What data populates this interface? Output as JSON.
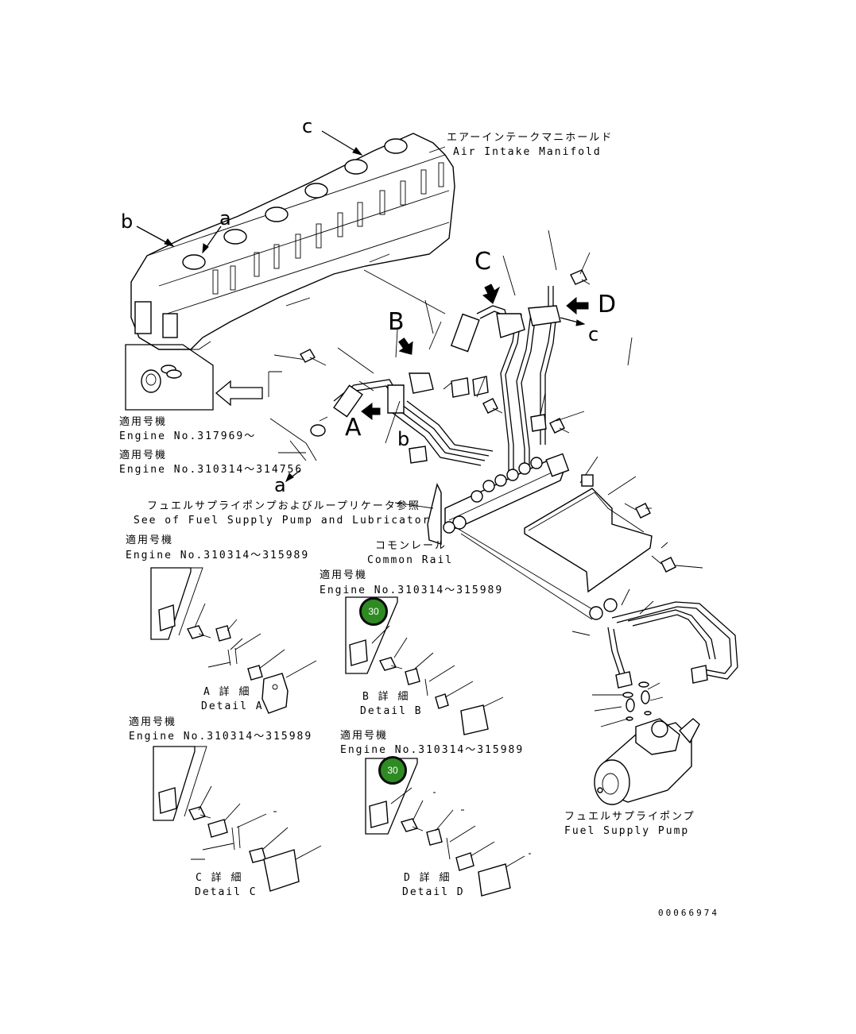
{
  "labels": {
    "manifold_ja": "エアーインテークマニホールド",
    "manifold_en": "Air Intake Manifold",
    "ref_c": "c",
    "ref_b": "b",
    "ref_a": "a",
    "view_A": "A",
    "view_B": "B",
    "view_C": "C",
    "view_D": "D",
    "ref_b2": "b",
    "ref_a2": "a",
    "ref_c2": "c",
    "applicable_ja": "適用号機",
    "engine_317969": "Engine No.317969～",
    "engine_310314_314756": "Engine No.310314～314756",
    "fuel_supply_ref_ja": "フュエルサプライポンプおよびループリケータ参照",
    "fuel_supply_ref_en": "See of Fuel Supply Pump and Lubricator",
    "common_rail_ja": "コモンレール",
    "common_rail_en": "Common Rail",
    "fuel_pump_ja": "フュエルサプライポンプ",
    "fuel_pump_en": "Fuel Supply Pump",
    "drawing_number": "00066974"
  },
  "details": {
    "a": {
      "applicable_ja": "適用号機",
      "engine": "Engine No.310314～315989",
      "title_ja": "A 詳 細",
      "title_en": "Detail A"
    },
    "b": {
      "applicable_ja": "適用号機",
      "engine": "Engine No.310314～315989",
      "title_ja": "B 詳 細",
      "title_en": "Detail B"
    },
    "c": {
      "applicable_ja": "適用号機",
      "engine": "Engine No.310314～315989",
      "title_ja": "C 詳 細",
      "title_en": "Detail C"
    },
    "d": {
      "applicable_ja": "適用号機",
      "engine": "Engine No.310314～315989",
      "title_ja": "D 詳 細",
      "title_en": "Detail D"
    }
  },
  "callouts": [
    {
      "label": "30"
    },
    {
      "label": "30"
    }
  ],
  "colors": {
    "callout_fill": "#2e8b22",
    "callout_border": "#0c0c0c",
    "line": "#000000",
    "background": "#ffffff"
  }
}
